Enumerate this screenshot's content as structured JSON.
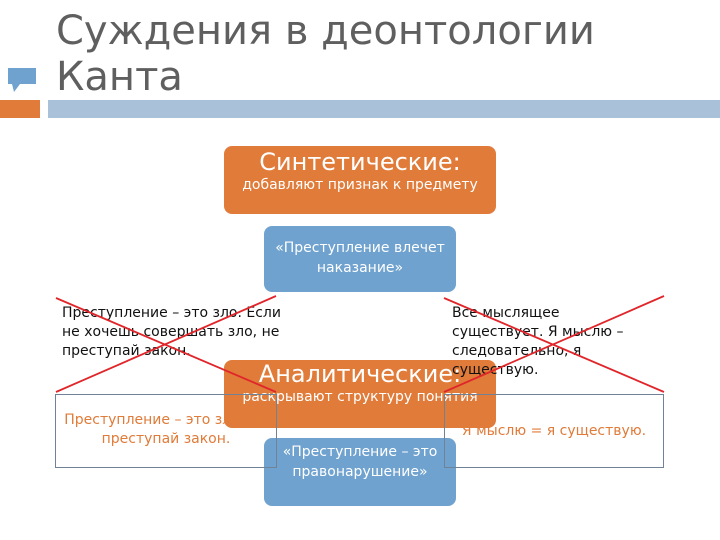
{
  "slide": {
    "title": "Суждения в деонтологии Канта"
  },
  "synthetic": {
    "heading": "Синтетические:",
    "subtitle": "добавляют признак к предмету"
  },
  "example_synthetic": "«Преступление влечет наказание»",
  "analytic": {
    "heading": "Аналитические:",
    "subtitle": "раскрывают структуру понятия"
  },
  "example_analytic": "«Преступление – это правонарушение»",
  "left_crossed_text": "Преступление – это зло. Если не хочешь совершать зло, не преступай закон.",
  "right_crossed_text": "Все мыслящее существует. Я мыслю – следовательно, я существую.",
  "left_conclusion": "Преступление – это зло. Не преступай закон.",
  "right_conclusion": "Я мыслю = я существую.",
  "colors": {
    "accent_orange": "#e07b39",
    "accent_blue": "#6fa2cf",
    "cross_red": "#e0262a",
    "title_gray": "#5f5f5f"
  },
  "icons": [
    "speech-bubble-icon"
  ]
}
